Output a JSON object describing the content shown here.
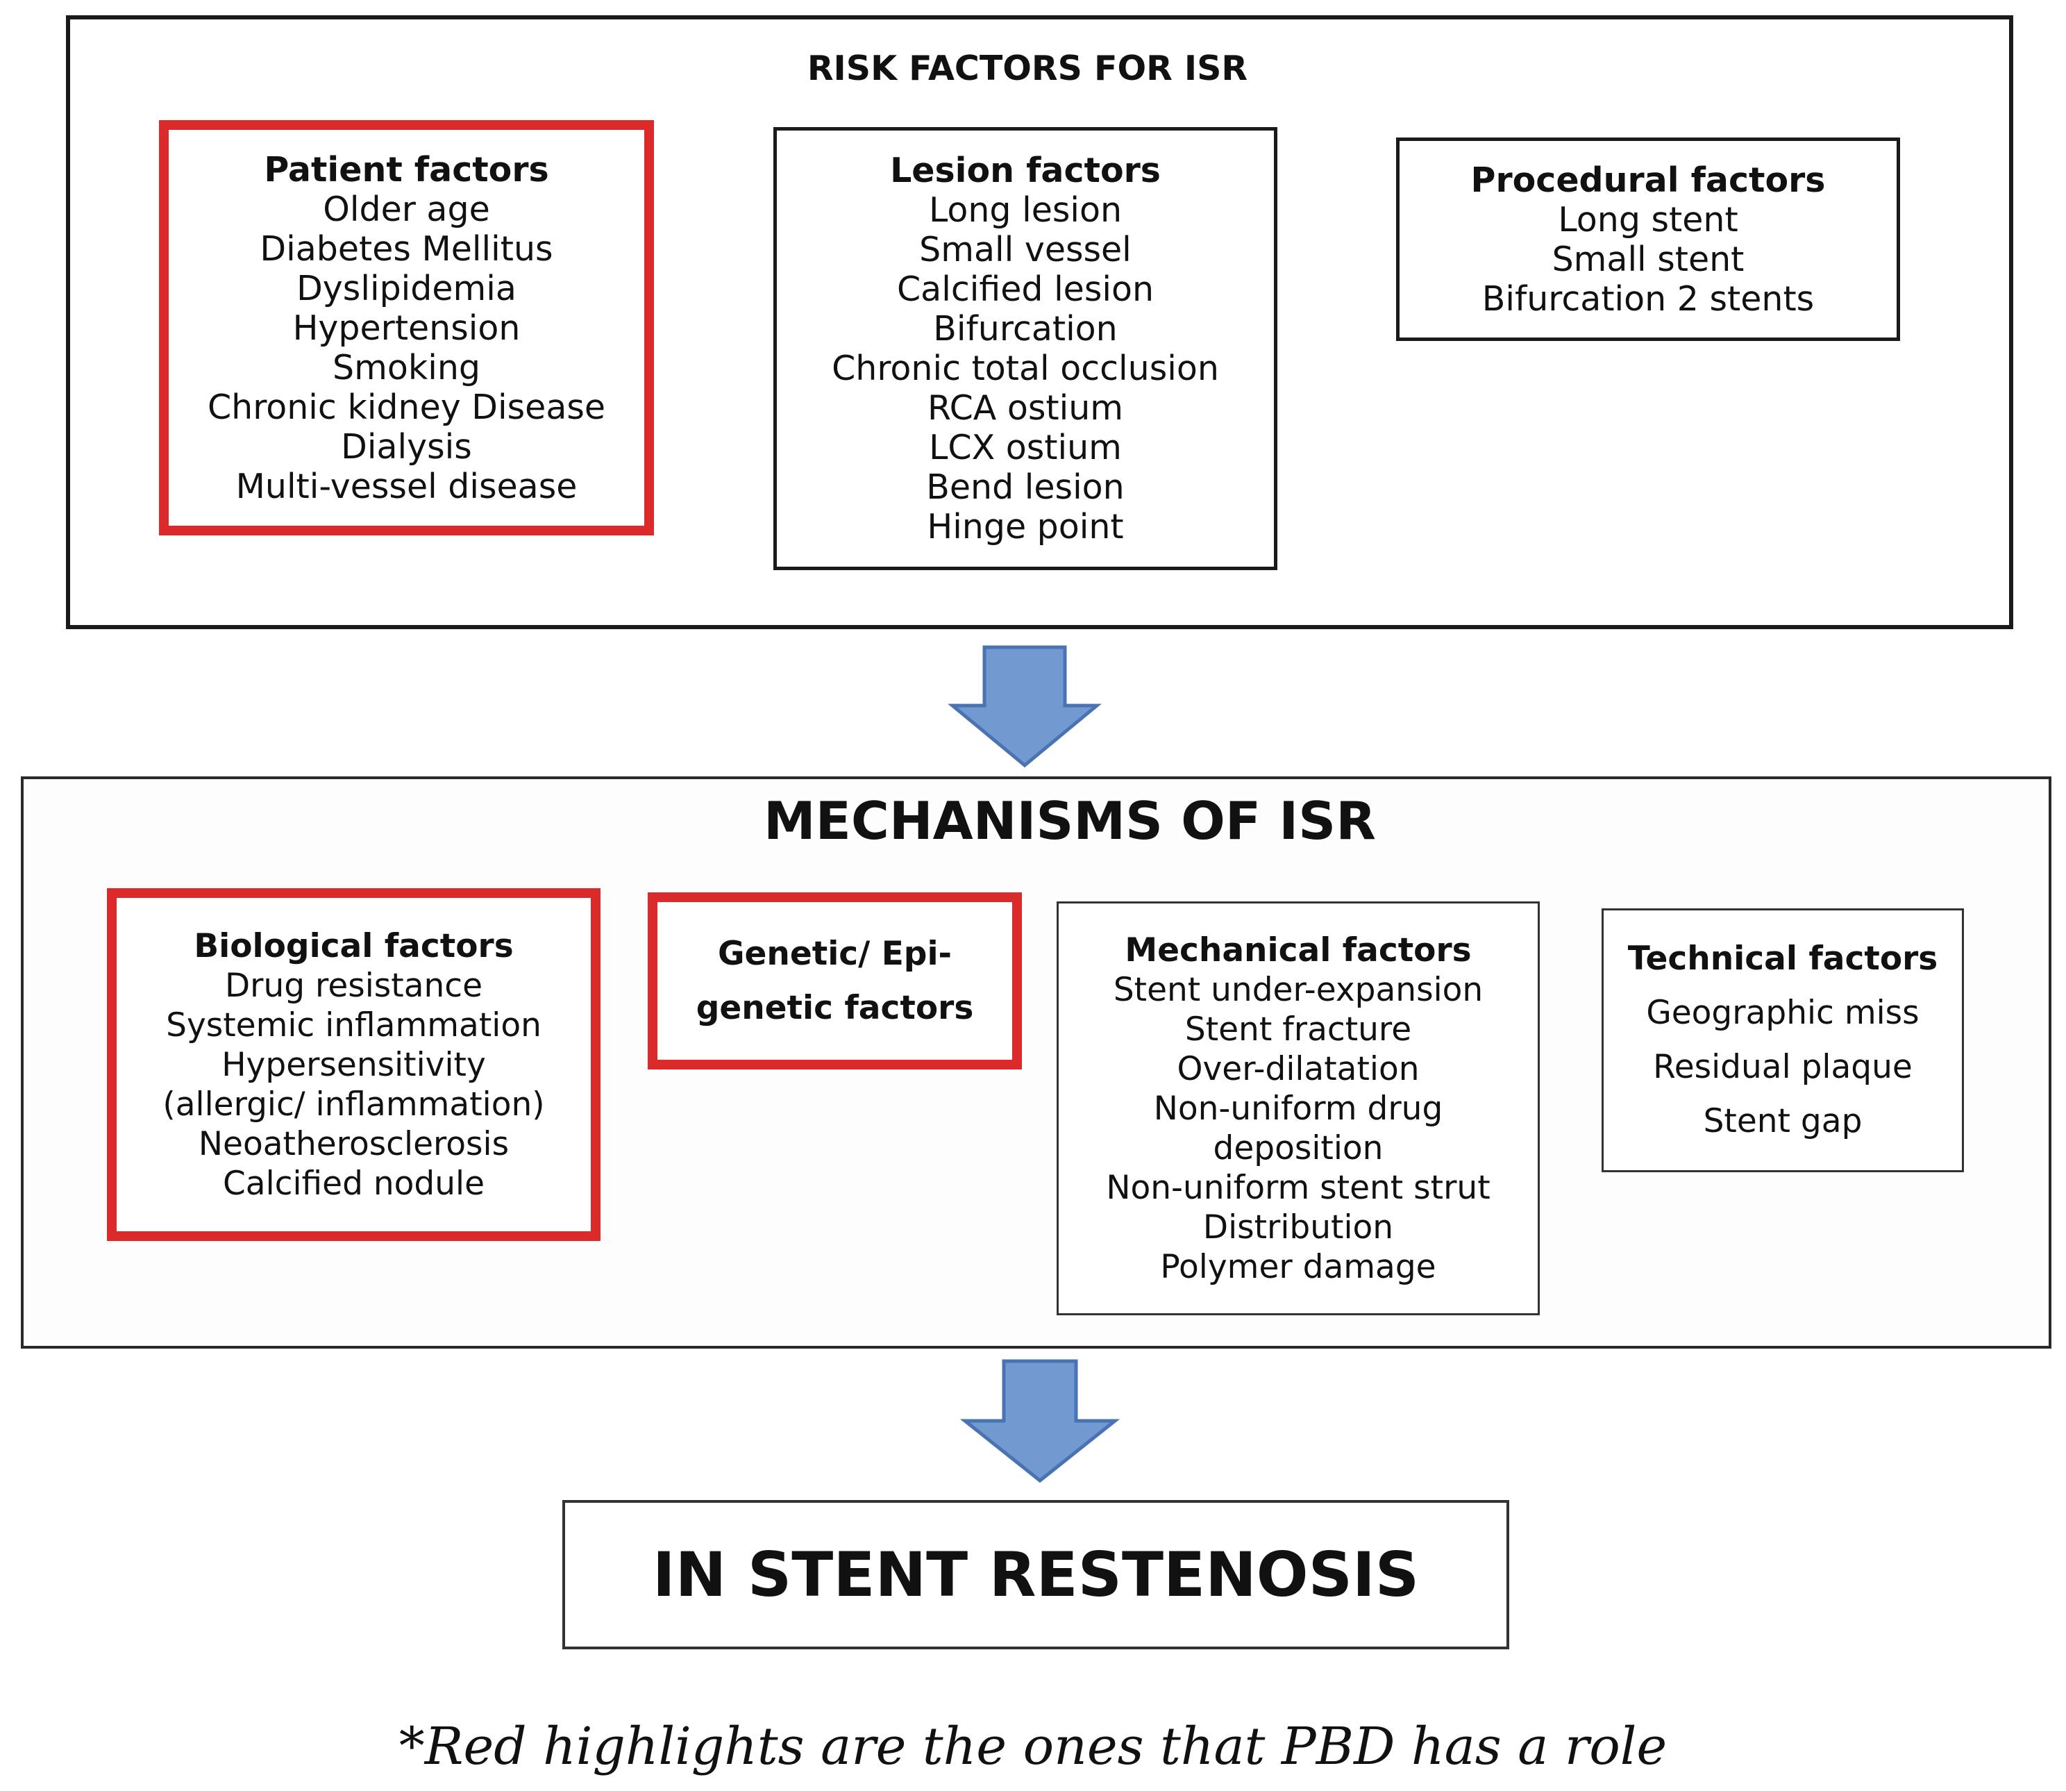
{
  "colors": {
    "highlight": "#dc2a2a",
    "arrow_fill": "#7299d0",
    "arrow_stroke": "#4a73b3"
  },
  "risk": {
    "title": "RISK FACTORS FOR ISR",
    "patient": {
      "title": "Patient factors",
      "items": [
        "Older age",
        "Diabetes Mellitus",
        "Dyslipidemia",
        "Hypertension",
        "Smoking",
        "Chronic kidney Disease",
        "Dialysis",
        "Multi-vessel disease"
      ]
    },
    "lesion": {
      "title": "Lesion factors",
      "items": [
        "Long lesion",
        "Small vessel",
        "Calcified lesion",
        "Bifurcation",
        "Chronic total occlusion",
        "RCA ostium",
        "LCX ostium",
        "Bend lesion",
        "Hinge point"
      ]
    },
    "procedural": {
      "title": "Procedural factors",
      "items": [
        "Long stent",
        "Small stent",
        "Bifurcation 2 stents"
      ]
    }
  },
  "mechanisms": {
    "title": "MECHANISMS OF ISR",
    "biological": {
      "title": "Biological factors",
      "items": [
        "Drug resistance",
        "Systemic inflammation",
        "Hypersensitivity",
        "(allergic/ inflammation)",
        "Neoatherosclerosis",
        "Calcified nodule"
      ]
    },
    "genetic": {
      "title_lines": [
        "Genetic/ Epi-",
        "genetic factors"
      ]
    },
    "mechanical": {
      "title": "Mechanical factors",
      "items": [
        "Stent under-expansion",
        "Stent fracture",
        "Over-dilatation",
        "Non-uniform drug",
        "deposition",
        "Non-uniform stent strut",
        "Distribution",
        "Polymer damage"
      ]
    },
    "technical": {
      "title": "Technical factors",
      "items": [
        "Geographic miss",
        "Residual plaque",
        "Stent gap"
      ]
    }
  },
  "outcome": {
    "title": "IN STENT RESTENOSIS"
  },
  "caption": "*Red highlights are the ones that PBD has a role"
}
